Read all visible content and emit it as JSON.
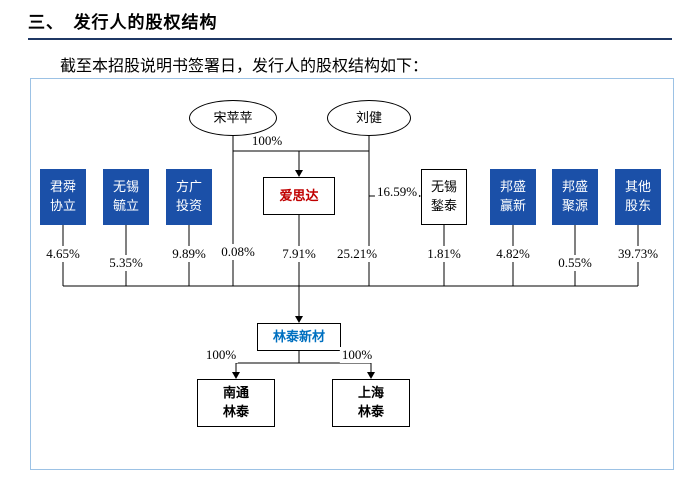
{
  "header": {
    "section_title": "三、　发行人的股权结构",
    "intro": "截至本招股说明书签署日，发行人的股权结构如下："
  },
  "diagram": {
    "founders": [
      {
        "label": "宋苹苹",
        "pct": "0.08%"
      },
      {
        "label": "刘健",
        "pct": "25.21%"
      }
    ],
    "aisida": {
      "label": "爱思达",
      "from_founders_pct": "100%",
      "pct": "7.91%"
    },
    "qintai": {
      "line1": "无锡",
      "line2": "鍫泰",
      "from_liu_pct": "16.59%",
      "pct": "1.81%"
    },
    "left_shareholders": [
      {
        "line1": "君舜",
        "line2": "协立",
        "pct": "4.65%"
      },
      {
        "line1": "无锡",
        "line2": "毓立",
        "pct": "5.35%"
      },
      {
        "line1": "方广",
        "line2": "投资",
        "pct": "9.89%"
      }
    ],
    "right_shareholders": [
      {
        "line1": "邦盛",
        "line2": "赢新",
        "pct": "4.82%"
      },
      {
        "line1": "邦盛",
        "line2": "聚源",
        "pct": "0.55%"
      },
      {
        "line1": "其他",
        "line2": "股东",
        "pct": "39.73%"
      }
    ],
    "issuer": {
      "label": "林泰新材"
    },
    "subsidiaries": [
      {
        "line1": "南通",
        "line2": "林泰",
        "pct": "100%"
      },
      {
        "line1": "上海",
        "line2": "林泰",
        "pct": "100%"
      }
    ],
    "colors": {
      "shareholder_box_fill": "#1B50A8",
      "issuer_text": "#0070C0",
      "aisida_text": "#C00000",
      "diagram_border": "#9CC2E5",
      "title_rule": "#1F3864"
    }
  }
}
